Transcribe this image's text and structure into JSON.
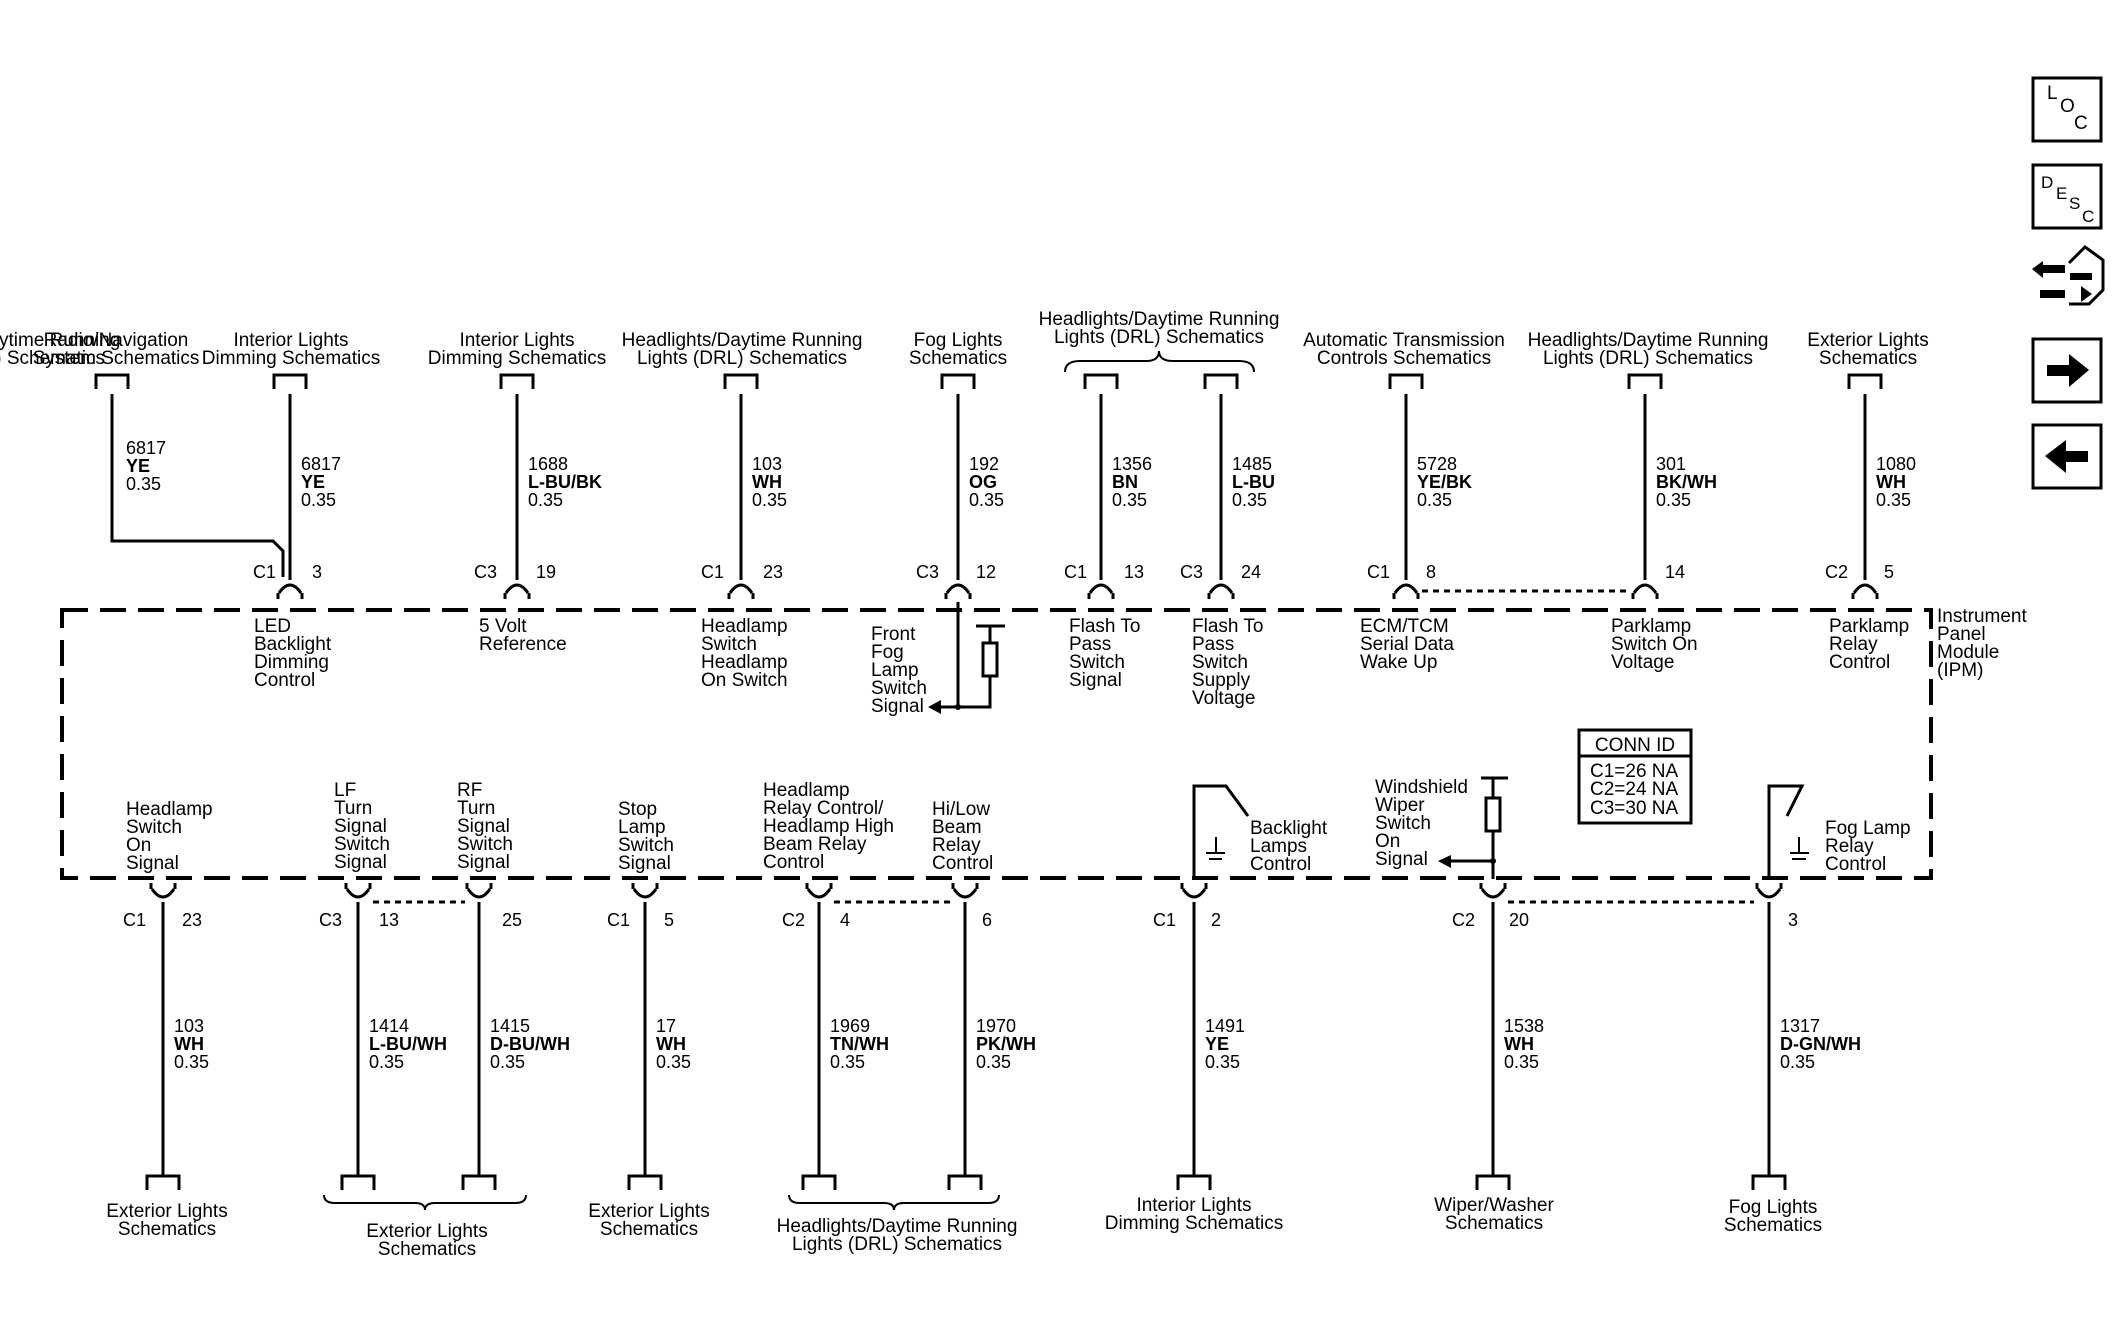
{
  "top_circuits": [
    {
      "label": [
        "Radio/Navigation",
        "System Schematics"
      ],
      "wire": [
        "6817",
        "YE",
        "0.35"
      ],
      "connector": "C1",
      "pin": "3"
    },
    {
      "label": [
        "Interior Lights",
        "Dimming Schematics"
      ],
      "wire": [
        "6817",
        "YE",
        "0.35"
      ],
      "connector": "",
      "pin": "",
      "ipm": [
        "LED",
        "Backlight",
        "Dimming",
        "Control"
      ]
    },
    {
      "label": [
        "Interior Lights",
        "Dimming Schematics"
      ],
      "wire": [
        "1688",
        "L-BU/BK",
        "0.35"
      ],
      "connector": "C3",
      "pin": "19",
      "ipm": [
        "5 Volt",
        "Reference"
      ]
    },
    {
      "label": [
        "Headlights/Daytime Running",
        "Lights (DRL) Schematics"
      ],
      "wire": [
        "103",
        "WH",
        "0.35"
      ],
      "connector": "C1",
      "pin": "23",
      "ipm": [
        "Headlamp",
        "Switch",
        "Headlamp",
        "On Switch"
      ]
    },
    {
      "label": [
        "Fog Lights",
        "Schematics"
      ],
      "wire": [
        "192",
        "OG",
        "0.35"
      ],
      "connector": "C3",
      "pin": "12",
      "ipm": [
        "Front",
        "Fog",
        "Lamp",
        "Switch",
        "Signal"
      ]
    },
    {
      "label": [
        "Headlights/Daytime Running",
        "Lights (DRL) Schematics"
      ],
      "wire": [
        "1356",
        "BN",
        "0.35"
      ],
      "connector": "C1",
      "pin": "13",
      "ipm": [
        "Flash To",
        "Pass",
        "Switch",
        "Signal"
      ]
    },
    {
      "label": [],
      "wire": [
        "1485",
        "L-BU",
        "0.35"
      ],
      "connector": "C3",
      "pin": "24",
      "ipm": [
        "Flash To",
        "Pass",
        "Switch",
        "Supply",
        "Voltage"
      ]
    },
    {
      "label": [
        "Automatic Transmission",
        "Controls Schematics"
      ],
      "wire": [
        "5728",
        "YE/BK",
        "0.35"
      ],
      "connector": "C1",
      "pin": "8",
      "ipm": [
        "ECM/TCM",
        "Serial Data",
        "Wake Up"
      ]
    },
    {
      "label": [
        "Headlights/Daytime Running",
        "Lights (DRL) Schematics"
      ],
      "wire": [
        "301",
        "BK/WH",
        "0.35"
      ],
      "connector": "",
      "pin": "14",
      "ipm": [
        "Parklamp",
        "Switch On",
        "Voltage"
      ]
    },
    {
      "label": [
        "Exterior Lights",
        "Schematics"
      ],
      "wire": [
        "1080",
        "WH",
        "0.35"
      ],
      "connector": "C2",
      "pin": "5",
      "ipm": [
        "Parklamp",
        "Relay",
        "Control"
      ]
    }
  ],
  "module_label": [
    "Instrument",
    "Panel",
    "Module",
    "(IPM)"
  ],
  "conn_id": {
    "title": "CONN ID",
    "rows": [
      "C1=26 NA",
      "C2=24 NA",
      "C3=30 NA"
    ]
  },
  "bottom_circuits": [
    {
      "ipm": [
        "Headlamp",
        "Switch",
        "On",
        "Signal"
      ],
      "connector": "C1",
      "pin": "23",
      "wire": [
        "103",
        "WH",
        "0.35"
      ]
    },
    {
      "ipm": [
        "LF",
        "Turn",
        "Signal",
        "Switch",
        "Signal"
      ],
      "connector": "C3",
      "pin": "13",
      "wire": [
        "1414",
        "L-BU/WH",
        "0.35"
      ]
    },
    {
      "ipm": [
        "RF",
        "Turn",
        "Signal",
        "Switch",
        "Signal"
      ],
      "connector": "",
      "pin": "25",
      "wire": [
        "1415",
        "D-BU/WH",
        "0.35"
      ]
    },
    {
      "ipm": [
        "Stop",
        "Lamp",
        "Switch",
        "Signal"
      ],
      "connector": "C1",
      "pin": "5",
      "wire": [
        "17",
        "WH",
        "0.35"
      ]
    },
    {
      "ipm": [
        "Headlamp",
        "Relay Control/",
        "Headlamp High",
        "Beam Relay",
        "Control"
      ],
      "connector": "C2",
      "pin": "4",
      "wire": [
        "1969",
        "TN/WH",
        "0.35"
      ]
    },
    {
      "ipm": [
        "Hi/Low",
        "Beam",
        "Relay",
        "Control"
      ],
      "connector": "",
      "pin": "6",
      "wire": [
        "1970",
        "PK/WH",
        "0.35"
      ]
    },
    {
      "ipm": [
        "Backlight",
        "Lamps",
        "Control"
      ],
      "connector": "C1",
      "pin": "2",
      "wire": [
        "1491",
        "YE",
        "0.35"
      ]
    },
    {
      "ipm": [
        "Windshield",
        "Wiper",
        "Switch",
        "On",
        "Signal"
      ],
      "connector": "C2",
      "pin": "20",
      "wire": [
        "1538",
        "WH",
        "0.35"
      ]
    },
    {
      "ipm": [
        "Fog Lamp",
        "Relay",
        "Control"
      ],
      "connector": "",
      "pin": "3",
      "wire": [
        "1317",
        "D-GN/WH",
        "0.35"
      ]
    }
  ],
  "bottom_destinations": [
    [
      "Exterior Lights",
      "Schematics"
    ],
    [
      "Exterior Lights",
      "Schematics"
    ],
    [
      "Exterior Lights",
      "Schematics"
    ],
    [
      "Headlights/Daytime Running",
      "Lights (DRL) Schematics"
    ],
    [
      "Interior Lights",
      "Dimming Schematics"
    ],
    [
      "Wiper/Washer",
      "Schematics"
    ],
    [
      "Fog Lights",
      "Schematics"
    ]
  ],
  "nav": [
    {
      "name": "loc-button",
      "letters": [
        "L",
        "O",
        "C"
      ]
    },
    {
      "name": "desc-button",
      "letters": [
        "D",
        "E",
        "S",
        "C"
      ]
    },
    {
      "name": "connector-icon-button",
      "icon": "plug-swap-icon"
    },
    {
      "name": "next-button",
      "icon": "arrow-right-icon"
    },
    {
      "name": "previous-button",
      "icon": "arrow-left-icon"
    }
  ]
}
